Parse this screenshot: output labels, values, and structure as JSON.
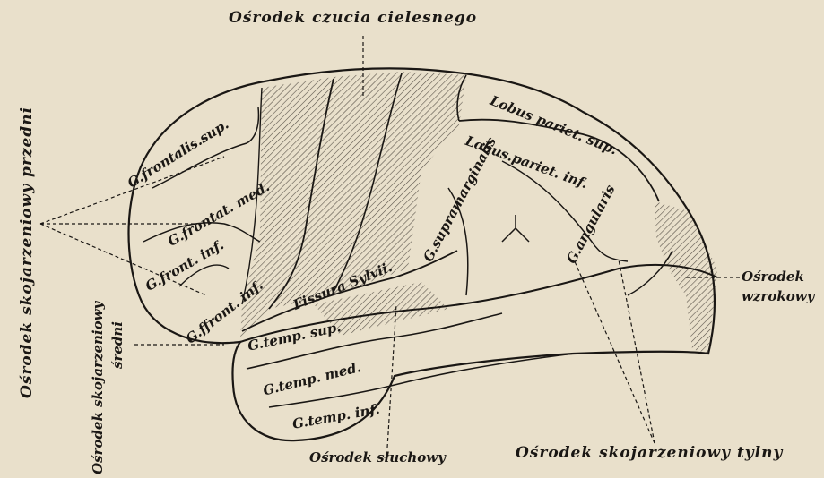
{
  "colors": {
    "paper": "#e9e0cb",
    "ink": "#1a1714",
    "hatch": "#5a534a"
  },
  "labels": {
    "top_center": "Ośrodek czucia cielesnego",
    "left_vertical": "Ośrodek skojarzeniowy przedni",
    "left_bottom_line1": "Ośrodek skojarzeniowy",
    "left_bottom_line2": "średni",
    "right_line1": "Ośrodek",
    "right_line2": "wzrokowy",
    "bottom_mid": "Ośrodek słuchowy",
    "bottom_right": "Ośrodek skojarzeniowy tylny",
    "g_frontalis_sup": "G.frontalis.sup.",
    "g_frontat_med": "G.frontat. med.",
    "g_front_inf": "G.front. inf.",
    "g_ffront_inf": "G.ffront. inf.",
    "fissura_sylvii": "Fissura Sylvii.",
    "g_supramarg": "G.supramarginalis",
    "g_angularis": "G.angularis",
    "lobus_pariet_sup": "Lobus pariet. sup.",
    "lobus_pariet_inf": "Lobus.pariet. inf.",
    "g_temp_sup": "G.temp. sup.",
    "g_temp_med": "G.temp. med.",
    "g_temp_inf": "G.temp. inf."
  }
}
